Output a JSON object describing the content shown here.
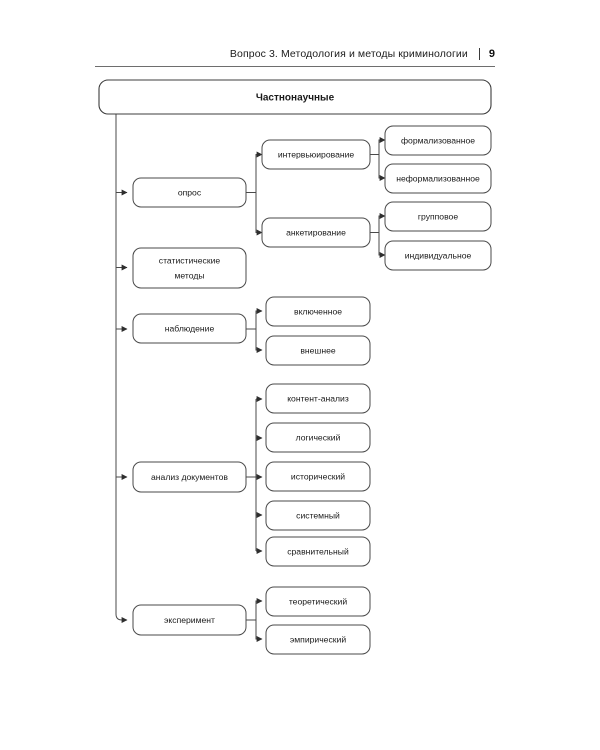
{
  "page": {
    "running_head": "Вопрос 3.  Методология и методы криминологии",
    "separator": "|",
    "page_number": "9",
    "background_color": "#ffffff",
    "line_color": "#4a4a4a",
    "text_color": "#1a1a1a"
  },
  "diagram": {
    "type": "tree",
    "orientation": "left-to-right",
    "root": {
      "id": "root",
      "label": "Частнонаучные"
    },
    "level1": [
      {
        "id": "opros",
        "label": "опрос"
      },
      {
        "id": "stat",
        "label": "статистические\nметоды",
        "line1": "статистические",
        "line2": "методы"
      },
      {
        "id": "nabl",
        "label": "наблюдение"
      },
      {
        "id": "analiz",
        "label": "анализ документов"
      },
      {
        "id": "eksper",
        "label": "эксперимент"
      }
    ],
    "level2": [
      {
        "id": "interv",
        "parent": "opros",
        "label": "интервьюирование"
      },
      {
        "id": "anket",
        "parent": "opros",
        "label": "анкетирование"
      },
      {
        "id": "vkl",
        "parent": "nabl",
        "label": "включенное"
      },
      {
        "id": "vnesh",
        "parent": "nabl",
        "label": "внешнее"
      },
      {
        "id": "kontent",
        "parent": "analiz",
        "label": "контент-анализ"
      },
      {
        "id": "logich",
        "parent": "analiz",
        "label": "логический"
      },
      {
        "id": "istor",
        "parent": "analiz",
        "label": "исторический"
      },
      {
        "id": "sistem",
        "parent": "analiz",
        "label": "системный"
      },
      {
        "id": "sravn",
        "parent": "analiz",
        "label": "сравнительный"
      },
      {
        "id": "teor",
        "parent": "eksper",
        "label": "теоретический"
      },
      {
        "id": "empir",
        "parent": "eksper",
        "label": "эмпирический"
      }
    ],
    "level3": [
      {
        "id": "formal",
        "parent": "interv",
        "label": "формализованное"
      },
      {
        "id": "neformal",
        "parent": "interv",
        "label": "неформализованное"
      },
      {
        "id": "grupp",
        "parent": "anket",
        "label": "групповое"
      },
      {
        "id": "indiv",
        "parent": "anket",
        "label": "индивидуальное"
      }
    ]
  }
}
